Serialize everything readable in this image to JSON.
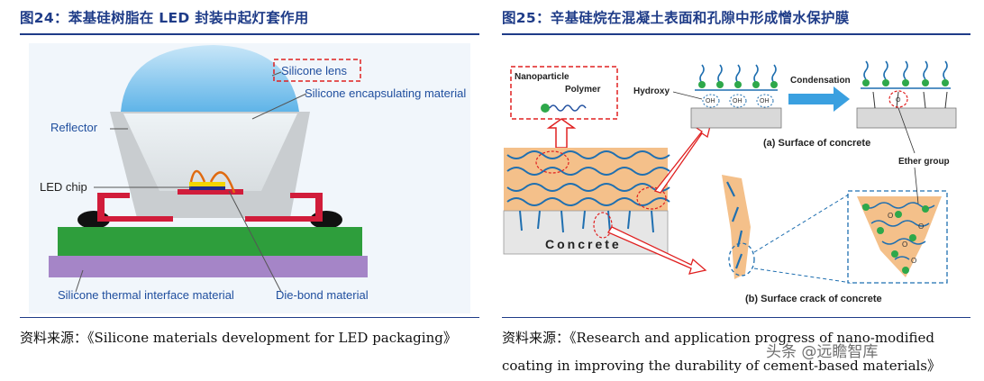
{
  "left": {
    "title": "图24：苯基硅树脂在 LED 封装中起灯套作用",
    "labels": {
      "silicone_lens": "Silicone lens",
      "encapsulating": "Silicone encapsulating material",
      "reflector": "Reflector",
      "led_chip": "LED chip",
      "thermal": "Silicone thermal interface material",
      "die_bond": "Die-bond material"
    },
    "source": "资料来源：《Silicone materials development for LED packaging》"
  },
  "right": {
    "title": "图25：辛基硅烷在混凝土表面和孔隙中形成憎水保护膜",
    "labels": {
      "nanoparticle": "Nanoparticle",
      "polymer": "Polymer",
      "hydroxy": "Hydroxy",
      "condensation": "Condensation",
      "surface": "(a) Surface of concrete",
      "ether": "Ether group",
      "concrete": "Concrete",
      "crack": "(b) Surface crack of concrete",
      "oh": "OH",
      "o": "O"
    },
    "source_line1": "资料来源：《Research   and   application   progress   of   nano-modified",
    "source_line2": "coating in improving the durability of cement-based materials》"
  },
  "watermark": "头条 @远瞻智库",
  "colors": {
    "title_blue": "#1f3c88",
    "label_blue": "#1f4e9e",
    "callout_red": "#e02020",
    "green_board": "#2e9e3c",
    "purple_base": "#a080c0",
    "concrete_orange": "#f4c08a"
  }
}
